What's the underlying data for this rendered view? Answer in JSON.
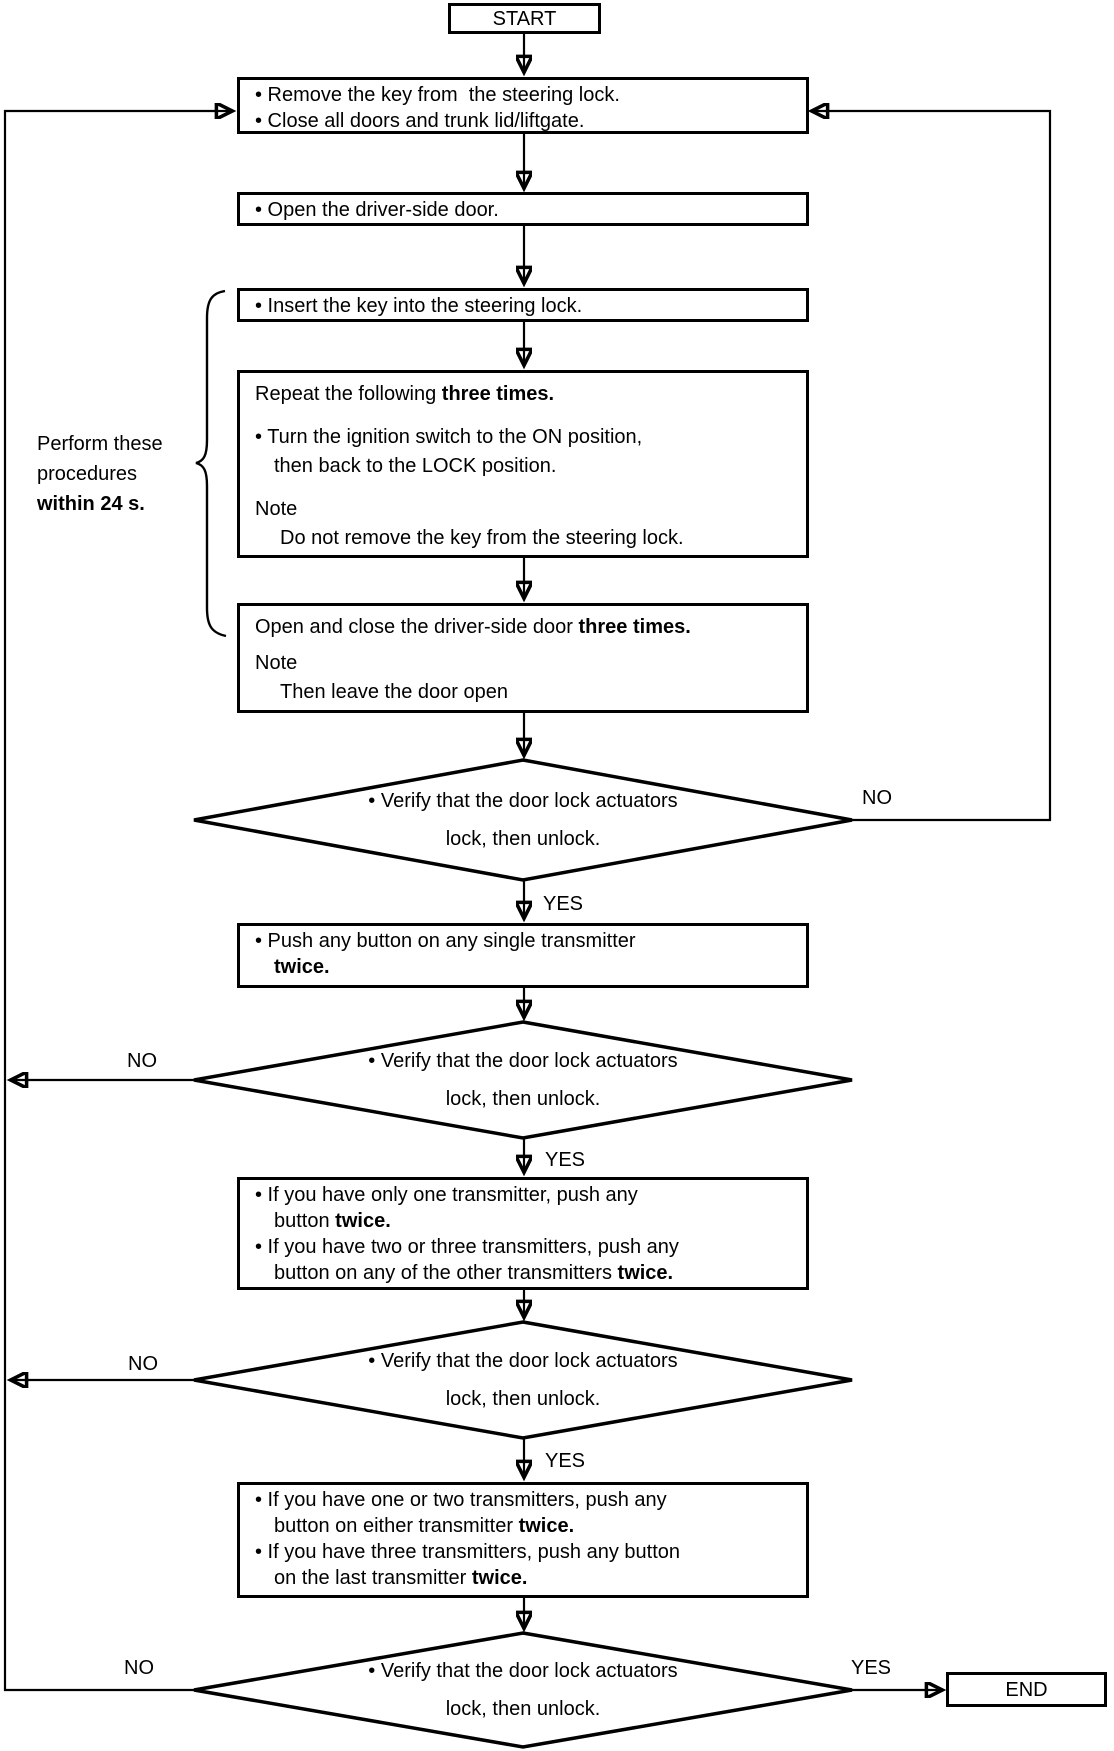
{
  "colors": {
    "line": "#000000",
    "background": "#ffffff",
    "text": "#000000"
  },
  "labels": {
    "start": "START",
    "end": "END",
    "yes": "YES",
    "no": "NO"
  },
  "side_note": {
    "lines": [
      {
        "indent": "",
        "s": [
          {
            "t": "Perform these"
          }
        ]
      },
      {
        "indent": "",
        "s": [
          {
            "t": "procedures"
          }
        ]
      },
      {
        "indent": "",
        "s": [
          {
            "t": "within 24 s.",
            "b": true
          }
        ]
      }
    ]
  },
  "boxes": {
    "remove_key": {
      "lines": [
        {
          "indent": "bullet",
          "s": [
            {
              "t": "• Remove the key from  the steering lock."
            }
          ]
        },
        {
          "indent": "bullet",
          "s": [
            {
              "t": "• Close all doors and trunk lid/liftgate."
            }
          ]
        }
      ]
    },
    "open_door": {
      "lines": [
        {
          "indent": "bullet",
          "s": [
            {
              "t": "• Open the driver-side door."
            }
          ]
        }
      ]
    },
    "insert_key": {
      "lines": [
        {
          "indent": "bullet",
          "s": [
            {
              "t": "• Insert the key into the steering lock."
            }
          ]
        }
      ]
    },
    "repeat_ignition": {
      "lines": [
        {
          "indent": "",
          "s": [
            {
              "t": "Repeat the following "
            },
            {
              "t": "three times.",
              "b": true
            }
          ]
        },
        {
          "indent": "bullet",
          "gap": true,
          "s": [
            {
              "t": "• Turn the ignition switch to the ON position,"
            }
          ]
        },
        {
          "indent": "cont",
          "s": [
            {
              "t": "then back to the LOCK position."
            }
          ]
        },
        {
          "indent": "",
          "gap": true,
          "s": [
            {
              "t": "Note"
            }
          ]
        },
        {
          "indent": "note2",
          "s": [
            {
              "t": "Do not remove the key from the steering lock."
            }
          ]
        }
      ]
    },
    "open_close_door": {
      "lines": [
        {
          "indent": "",
          "s": [
            {
              "t": "Open and close the driver-side door "
            },
            {
              "t": "three times.",
              "b": true
            }
          ]
        },
        {
          "indent": "",
          "gap_s": true,
          "s": [
            {
              "t": "Note"
            }
          ]
        },
        {
          "indent": "note2",
          "s": [
            {
              "t": "Then leave the door open"
            }
          ]
        }
      ]
    },
    "push_button": {
      "lines": [
        {
          "indent": "bullet",
          "s": [
            {
              "t": "• Push any button on any single transmitter"
            }
          ]
        },
        {
          "indent": "cont",
          "s": [
            {
              "t": "twice.",
              "b": true
            }
          ]
        }
      ]
    },
    "one_transmitter": {
      "lines": [
        {
          "indent": "bullet",
          "s": [
            {
              "t": "• If you have only one transmitter, push any"
            }
          ]
        },
        {
          "indent": "cont",
          "s": [
            {
              "t": "button "
            },
            {
              "t": "twice.",
              "b": true
            }
          ]
        },
        {
          "indent": "bullet",
          "s": [
            {
              "t": "• If you have two or three transmitters, push any"
            }
          ]
        },
        {
          "indent": "cont",
          "s": [
            {
              "t": "button on any of the other transmitters "
            },
            {
              "t": "twice.",
              "b": true
            }
          ]
        }
      ]
    },
    "last_transmitter": {
      "lines": [
        {
          "indent": "bullet",
          "s": [
            {
              "t": "• If you have one or two transmitters, push any"
            }
          ]
        },
        {
          "indent": "cont",
          "s": [
            {
              "t": "button on either transmitter "
            },
            {
              "t": "twice.",
              "b": true
            }
          ]
        },
        {
          "indent": "bullet",
          "s": [
            {
              "t": "• If you have three transmitters, push any button"
            }
          ]
        },
        {
          "indent": "cont",
          "s": [
            {
              "t": "on the last transmitter "
            },
            {
              "t": "twice.",
              "b": true
            }
          ]
        }
      ]
    }
  },
  "diamonds": [
    {
      "line1": "• Verify that the door lock actuators",
      "line2": "lock, then unlock."
    },
    {
      "line1": "• Verify that the door lock actuators",
      "line2": "lock, then unlock."
    },
    {
      "line1": "• Verify that the door lock actuators",
      "line2": "lock, then unlock."
    },
    {
      "line1": "• Verify that the door lock actuators",
      "line2": "lock, then unlock."
    }
  ]
}
